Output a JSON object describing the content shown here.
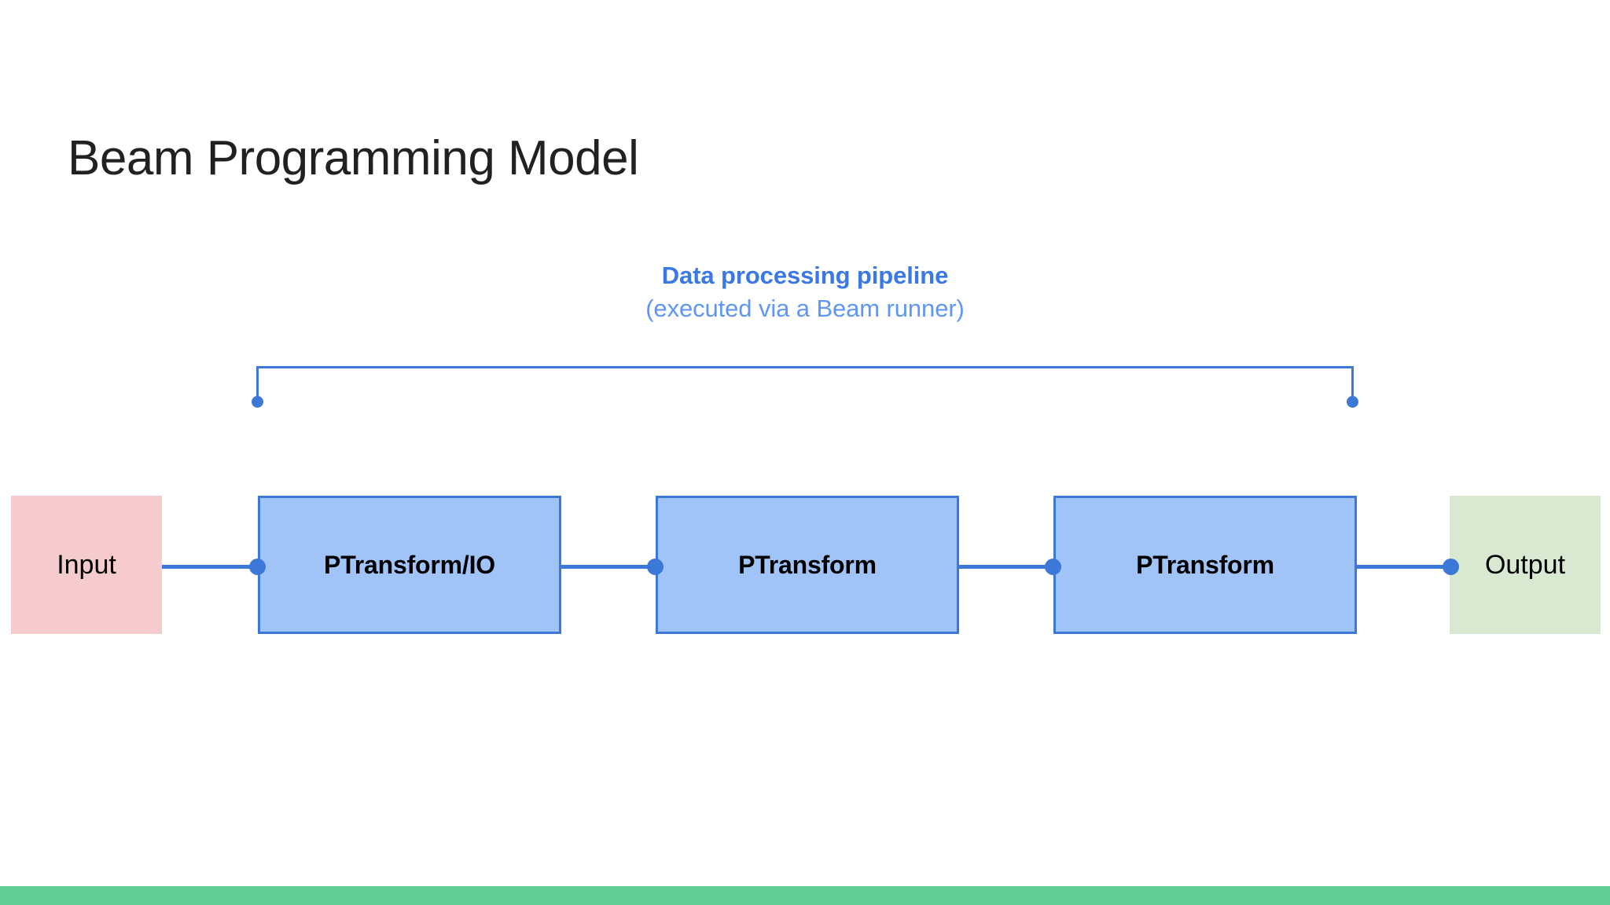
{
  "slide": {
    "title": "Beam Programming Model",
    "background_color": "#ffffff"
  },
  "annotation": {
    "headline": "Data processing pipeline",
    "subtext": "(executed via a Beam runner)",
    "headline_color": "#3b78e7",
    "subtext_color": "#5e97f6",
    "bracket_color": "#3c78d8"
  },
  "diagram_data": {
    "type": "flow",
    "orientation": "left-to-right",
    "nodes": [
      {
        "id": "input",
        "label": "Input",
        "kind": "endpoint",
        "fill": "#f5cbcd",
        "border": "none"
      },
      {
        "id": "t1",
        "label": "PTransform/IO",
        "kind": "transform",
        "fill": "#a0c3f8",
        "border": "#3c78d8"
      },
      {
        "id": "t2",
        "label": "PTransform",
        "kind": "transform",
        "fill": "#a0c3f8",
        "border": "#3c78d8"
      },
      {
        "id": "t3",
        "label": "PTransform",
        "kind": "transform",
        "fill": "#a0c3f8",
        "border": "#3c78d8"
      },
      {
        "id": "output",
        "label": "Output",
        "kind": "endpoint",
        "fill": "#d9e9d1",
        "border": "none"
      }
    ],
    "edges": [
      {
        "from": "input",
        "to": "t1",
        "style": "line-with-dot",
        "color": "#3c78d8"
      },
      {
        "from": "t1",
        "to": "t2",
        "style": "line-with-dot",
        "color": "#3c78d8"
      },
      {
        "from": "t2",
        "to": "t3",
        "style": "line-with-dot",
        "color": "#3c78d8"
      },
      {
        "from": "t3",
        "to": "output",
        "style": "line-with-dot",
        "color": "#3c78d8"
      }
    ],
    "bracket_spans": [
      "t1",
      "t3"
    ]
  },
  "footer": {
    "accent_color": "#63cd98"
  }
}
